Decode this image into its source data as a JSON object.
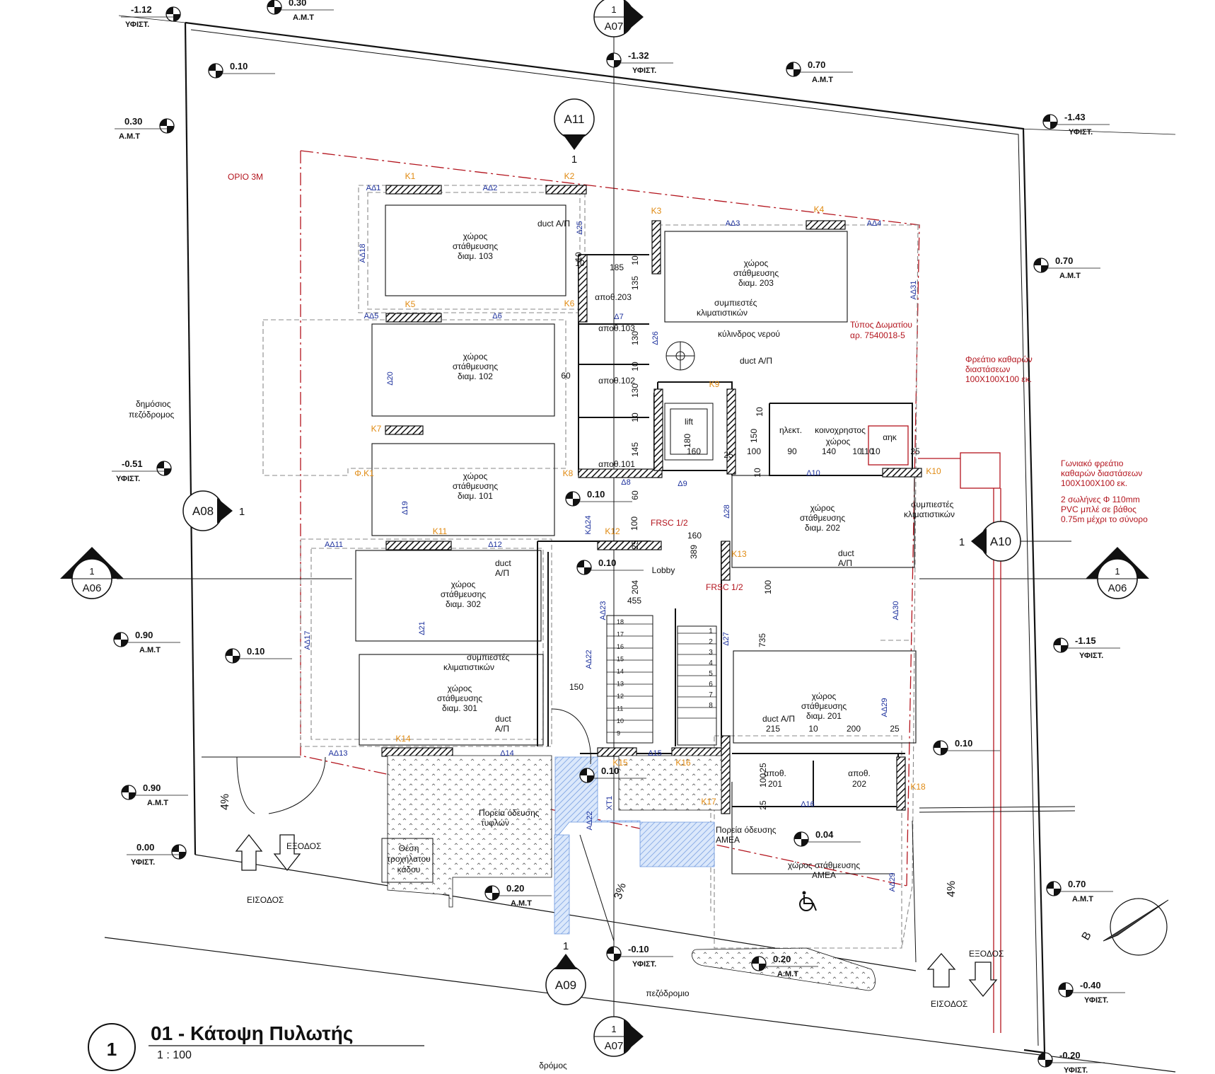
{
  "title": {
    "number": "1",
    "text": "01 - Κάτοψη Πυλωτής",
    "scale": "1 : 100"
  },
  "colors": {
    "line": "#111111",
    "red": "#b3141d",
    "orange": "#e08a12",
    "blue": "#1b2f9c",
    "hatch_blue": "#7fa8e8"
  },
  "streets": {
    "public_walk": "δημόσιος πεζόδρομος",
    "sidewalk": "πεζόδρομιο",
    "road": "δρόμος"
  },
  "limit_label": "ΟΡΙΟ 3Μ",
  "spot_levels": [
    {
      "value": "-1.12",
      "ref": "ΥΦΙΣΤ."
    },
    {
      "value": "0.30",
      "ref": "Α.Μ.Τ"
    },
    {
      "value": "0.10",
      "ref": ""
    },
    {
      "value": "0.30",
      "ref": "Α.Μ.Τ"
    },
    {
      "value": "-1.32",
      "ref": "ΥΦΙΣΤ."
    },
    {
      "value": "0.70",
      "ref": "Α.Μ.Τ"
    },
    {
      "value": "-1.43",
      "ref": "ΥΦΙΣΤ."
    },
    {
      "value": "0.70",
      "ref": "Α.Μ.Τ"
    },
    {
      "value": "-0.51",
      "ref": "ΥΦΙΣΤ."
    },
    {
      "value": "0.10",
      "ref": ""
    },
    {
      "value": "0.10",
      "ref": ""
    },
    {
      "value": "0.90",
      "ref": "Α.Μ.Τ"
    },
    {
      "value": "0.10",
      "ref": ""
    },
    {
      "value": "-1.15",
      "ref": "ΥΦΙΣΤ."
    },
    {
      "value": "0.90",
      "ref": "Α.Μ.Τ"
    },
    {
      "value": "0.10",
      "ref": ""
    },
    {
      "value": "0.10",
      "ref": ""
    },
    {
      "value": "0.00",
      "ref": "ΥΦΙΣΤ."
    },
    {
      "value": "0.04",
      "ref": ""
    },
    {
      "value": "0.20",
      "ref": "Α.Μ.Τ"
    },
    {
      "value": "0.70",
      "ref": "Α.Μ.Τ"
    },
    {
      "value": "-0.10",
      "ref": "ΥΦΙΣΤ."
    },
    {
      "value": "0.20",
      "ref": "Α.Μ.Τ"
    },
    {
      "value": "-0.40",
      "ref": "ΥΦΙΣΤ."
    },
    {
      "value": "-0.20",
      "ref": "ΥΦΙΣΤ."
    }
  ],
  "section_markers": [
    {
      "num": "1",
      "name": "A07"
    },
    {
      "num": "1",
      "name": "A11"
    },
    {
      "num": "1",
      "name": "A08"
    },
    {
      "num": "1",
      "name": "A06"
    },
    {
      "num": "1",
      "name": "A06"
    },
    {
      "num": "1",
      "name": "A10"
    },
    {
      "num": "1",
      "name": "A09"
    },
    {
      "num": "1",
      "name": "A07"
    }
  ],
  "parking": [
    {
      "l1": "χώρος",
      "l2": "στάθμευσης",
      "l3": "διαμ. 103"
    },
    {
      "l1": "χώρος",
      "l2": "στάθμευσης",
      "l3": "διαμ. 102"
    },
    {
      "l1": "χώρος",
      "l2": "στάθμευσης",
      "l3": "διαμ. 101"
    },
    {
      "l1": "χώρος",
      "l2": "στάθμευσης",
      "l3": "διαμ. 302"
    },
    {
      "l1": "χώρος",
      "l2": "στάθμευσης",
      "l3": "διαμ. 301"
    },
    {
      "l1": "χώρος",
      "l2": "στάθμευσης",
      "l3": "διαμ. 203"
    },
    {
      "l1": "χώρος",
      "l2": "στάθμευσης",
      "l3": "διαμ. 202"
    },
    {
      "l1": "χώρος",
      "l2": "στάθμευσης",
      "l3": "διαμ. 201"
    },
    {
      "l1": "χώρος στάθμευσης",
      "l2": "ΑΜΕΑ",
      "l3": ""
    }
  ],
  "columns": [
    "K1",
    "K2",
    "K3",
    "K4",
    "K5",
    "K6",
    "K7",
    "K8",
    "K9",
    "K10",
    "K11",
    "K12",
    "K13",
    "K14",
    "K15",
    "K16",
    "K17",
    "K18",
    "Φ.Κ1"
  ],
  "beams": [
    "ΑΔ1",
    "ΑΔ2",
    "ΑΔ3",
    "ΑΔ4",
    "ΑΔ5",
    "Δ6",
    "Δ7",
    "Δ8",
    "Δ9",
    "Δ10",
    "ΑΔ11",
    "Δ12",
    "ΑΔ13",
    "Δ14",
    "Δ15",
    "Δ16",
    "ΑΔ17",
    "ΑΔ18",
    "Δ19",
    "Δ20",
    "Δ21",
    "ΑΔ22",
    "ΑΔ23",
    "ΚΔ24",
    "Δ25",
    "Δ26",
    "Δ27",
    "Δ28",
    "ΑΔ29",
    "ΑΔ30",
    "ΑΔ31",
    "ΑΔ22",
    "ΑΔ29",
    "ΧΤ1"
  ],
  "rooms": {
    "a203": "αποθ.203",
    "a103": "αποθ.103",
    "a102": "αποθ.102",
    "a101": "αποθ.101",
    "lift": "lift",
    "lobby": "Lobby",
    "elec": "ηλεκτ.",
    "common1": "κοινοχρηστος",
    "common2": "χώρος",
    "ahk": "αηκ",
    "a201a": "αποθ.",
    "a201b": "201",
    "a202a": "αποθ.",
    "a202b": "202"
  },
  "notes": {
    "duct": "duct Α/Π",
    "duct_a": "duct",
    "duct_b": "Α/Π",
    "comp1": "συμπιεστές",
    "comp2": "κλιματιστικών",
    "cyl": "κύλινδρος νερού",
    "room_type1": "Τύπος Δωματίου",
    "room_type2": "αρ. 7540018-5",
    "pit1": "Φρεάτιο καθαρών",
    "pit2": "διαστάσεων",
    "pit3": "100Χ100Χ100 εκ.",
    "corner1": "Γωνιακό φρεάτιο",
    "corner2": "καθαρών διαστάσεων",
    "corner3": "100Χ100Χ100 εκ.",
    "pipe1": "2 σωλήνες Φ 110mm",
    "pipe2": "PVC μπλέ σε βάθος",
    "pipe3": "0.75m μέχρι το σύνορο",
    "frsc": "FRSC 1/2",
    "route_bl1": "Πορεία όδευσης",
    "route_bl2": "τυφλών",
    "route_am1": "Πορεία όδευσης",
    "route_am2": "ΑΜΕΑ",
    "bin1": "Θέση",
    "bin2": "τροχήλατου",
    "bin3": "κάδου",
    "entrance": "ΕΙΣΟΔΟΣ",
    "exit": "ΕΞΟΔΟΣ",
    "slope4": "4%",
    "slope3": "3%",
    "north": "B"
  },
  "dims": [
    "185",
    "10",
    "10",
    "135",
    "10",
    "130",
    "10",
    "130",
    "10",
    "145",
    "60",
    "180",
    "160",
    "150",
    "100",
    "90",
    "140",
    "110",
    "10",
    "25",
    "25",
    "10",
    "10",
    "60",
    "100",
    "25",
    "160",
    "389",
    "204",
    "455",
    "100",
    "735",
    "150",
    "215",
    "10",
    "200",
    "25",
    "100",
    "25",
    "25",
    "10"
  ],
  "stairs": [
    "18",
    "17",
    "16",
    "15",
    "14",
    "13",
    "12",
    "11",
    "10",
    "9",
    "1",
    "2",
    "3",
    "4",
    "5",
    "6",
    "7",
    "8"
  ]
}
